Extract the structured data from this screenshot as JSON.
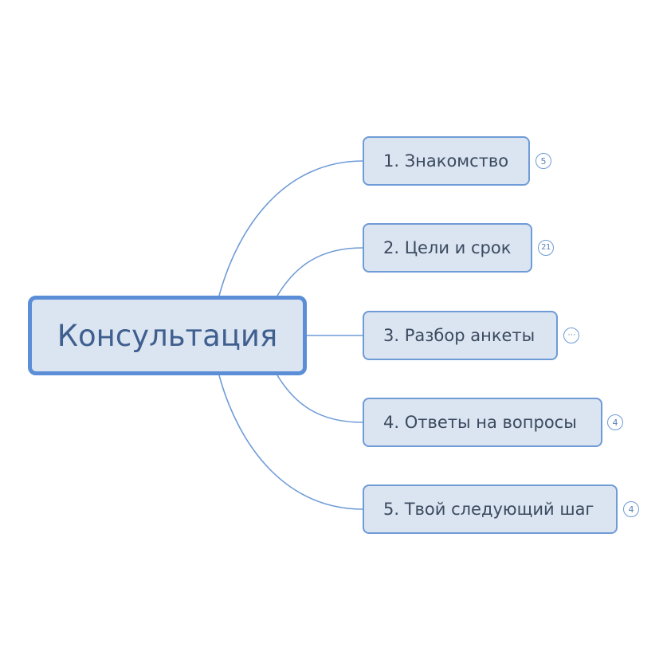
{
  "central": {
    "label": "Консультация"
  },
  "branches": [
    {
      "label": "1. Знакомство",
      "count": "5"
    },
    {
      "label": "2. Цели и срок",
      "count": "21"
    },
    {
      "label": "3. Разбор анкеты",
      "count": "⋯"
    },
    {
      "label": "4. Ответы на вопросы",
      "count": "4"
    },
    {
      "label": "5. Твой следующий шаг",
      "count": "4"
    }
  ],
  "colors": {
    "node_fill": "#dbe4f1",
    "node_border": "#6f9bd6",
    "central_border": "#5b8ed6",
    "central_text": "#3f5f8f",
    "connector": "#6f9bd6"
  }
}
